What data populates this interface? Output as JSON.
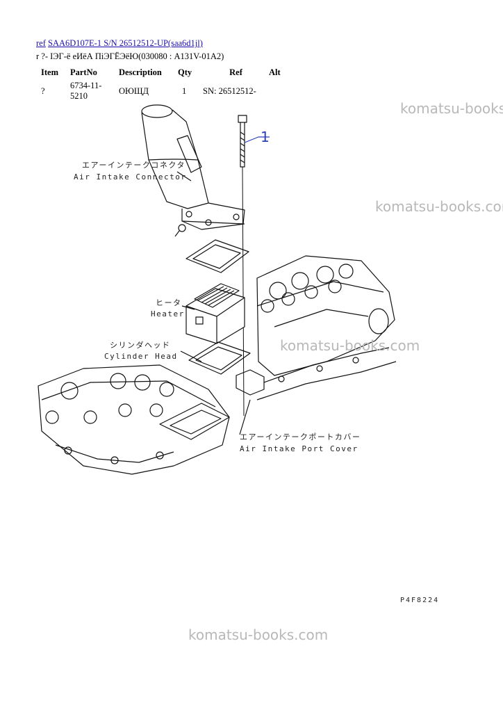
{
  "breadcrumb": {
    "prefix": "ref",
    "link": "SAA6D107E-1 S/N 26512512-UP(saa6d1jl)"
  },
  "subtitle": "r ?- IЭГ-ё еИёА ПіЭГЁЭёЮ(030080 : A131V-01A2)",
  "table": {
    "headers": [
      "Item",
      "PartNo",
      "Description",
      "Qty",
      "Ref",
      "Alt"
    ],
    "rows": [
      [
        "?",
        "6734-11-5210",
        "ОЮЩД",
        "1",
        "SN: 26512512-",
        ""
      ]
    ]
  },
  "diagram": {
    "callout": "1",
    "labels": {
      "connector_jp": "エアーインテークコネクタ",
      "connector_en": "Air Intake Connector",
      "heater_jp": "ヒータ",
      "heater_en": "Heater",
      "head_jp": "シリンダヘッド",
      "head_en": "Cylinder Head",
      "cover_jp": "エアーインテークポートカバー",
      "cover_en": "Air Intake Port Cover"
    },
    "drawing_code": "P4F8224"
  },
  "watermarks": [
    "komatsu-books.com",
    "komatsu-books.com",
    "komatsu-books.com",
    "komatsu-books.com"
  ]
}
